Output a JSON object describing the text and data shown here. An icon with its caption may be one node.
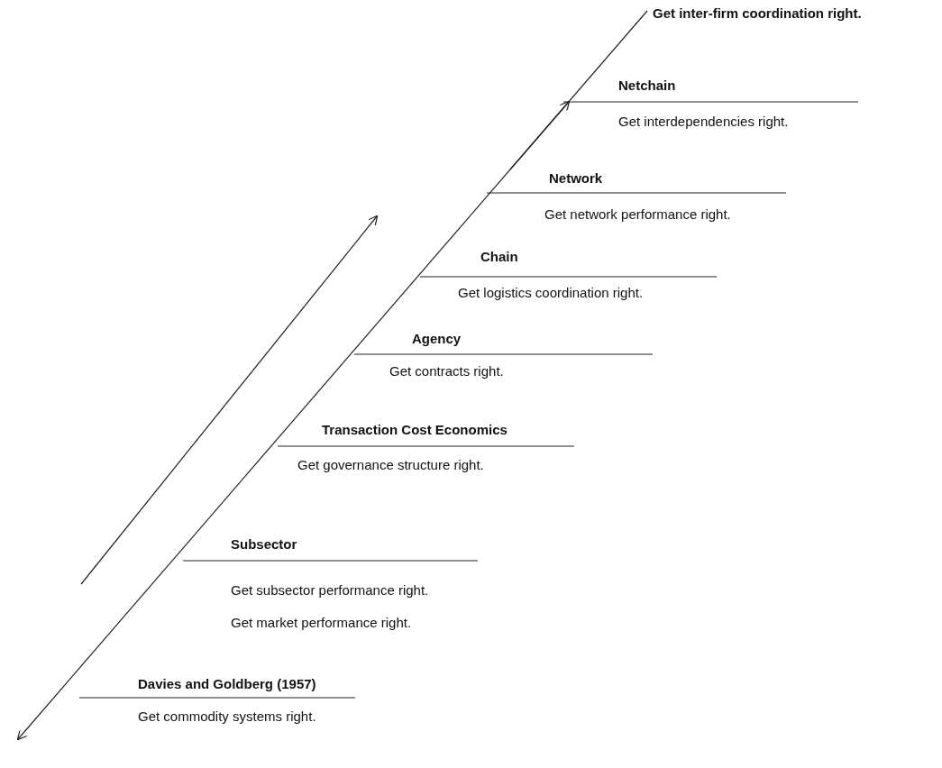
{
  "diagram": {
    "labels": [
      "Get inter-firm coordination right.",
      "Netchain",
      "Get interdependencies right.",
      "Network",
      "Get network performance right.",
      "Chain",
      "Get logistics coordination right.",
      "Agency",
      "Get contracts right.",
      "Transaction Cost Economics",
      "Get governance structure right.",
      "Subsector",
      "Get subsector performance right.",
      "Get market performance right.",
      "Davies and Goldberg (1957)",
      "Get commodity systems right."
    ]
  }
}
